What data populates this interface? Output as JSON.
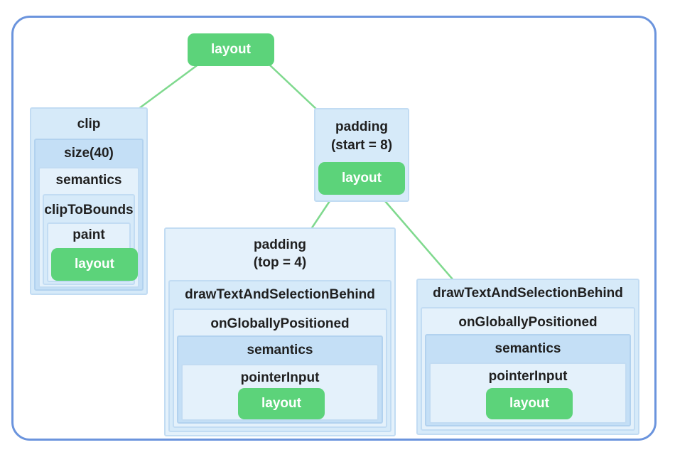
{
  "diagram": {
    "root": "layout",
    "left_chain": {
      "clip": "clip",
      "size": "size(40)",
      "semantics": "semantics",
      "clip_to_bounds": "clipToBounds",
      "paint": "paint",
      "layout": "layout"
    },
    "right_padding": {
      "line1": "padding",
      "line2": "(start = 8)",
      "layout": "layout"
    },
    "child_left": {
      "padding_line1": "padding",
      "padding_line2": "(top = 4)",
      "draw": "drawTextAndSelectionBehind",
      "on_globally_positioned": "onGloballyPositioned",
      "semantics": "semantics",
      "pointer_input": "pointerInput",
      "layout": "layout"
    },
    "child_right": {
      "draw": "drawTextAndSelectionBehind",
      "on_globally_positioned": "onGloballyPositioned",
      "semantics": "semantics",
      "pointer_input": "pointerInput",
      "layout": "layout"
    }
  },
  "colors": {
    "layout_node": "#5cd37a",
    "modifier_box": "#d6eaf9",
    "edge": "#7fd98e",
    "frame_border": "#6b94dd"
  }
}
